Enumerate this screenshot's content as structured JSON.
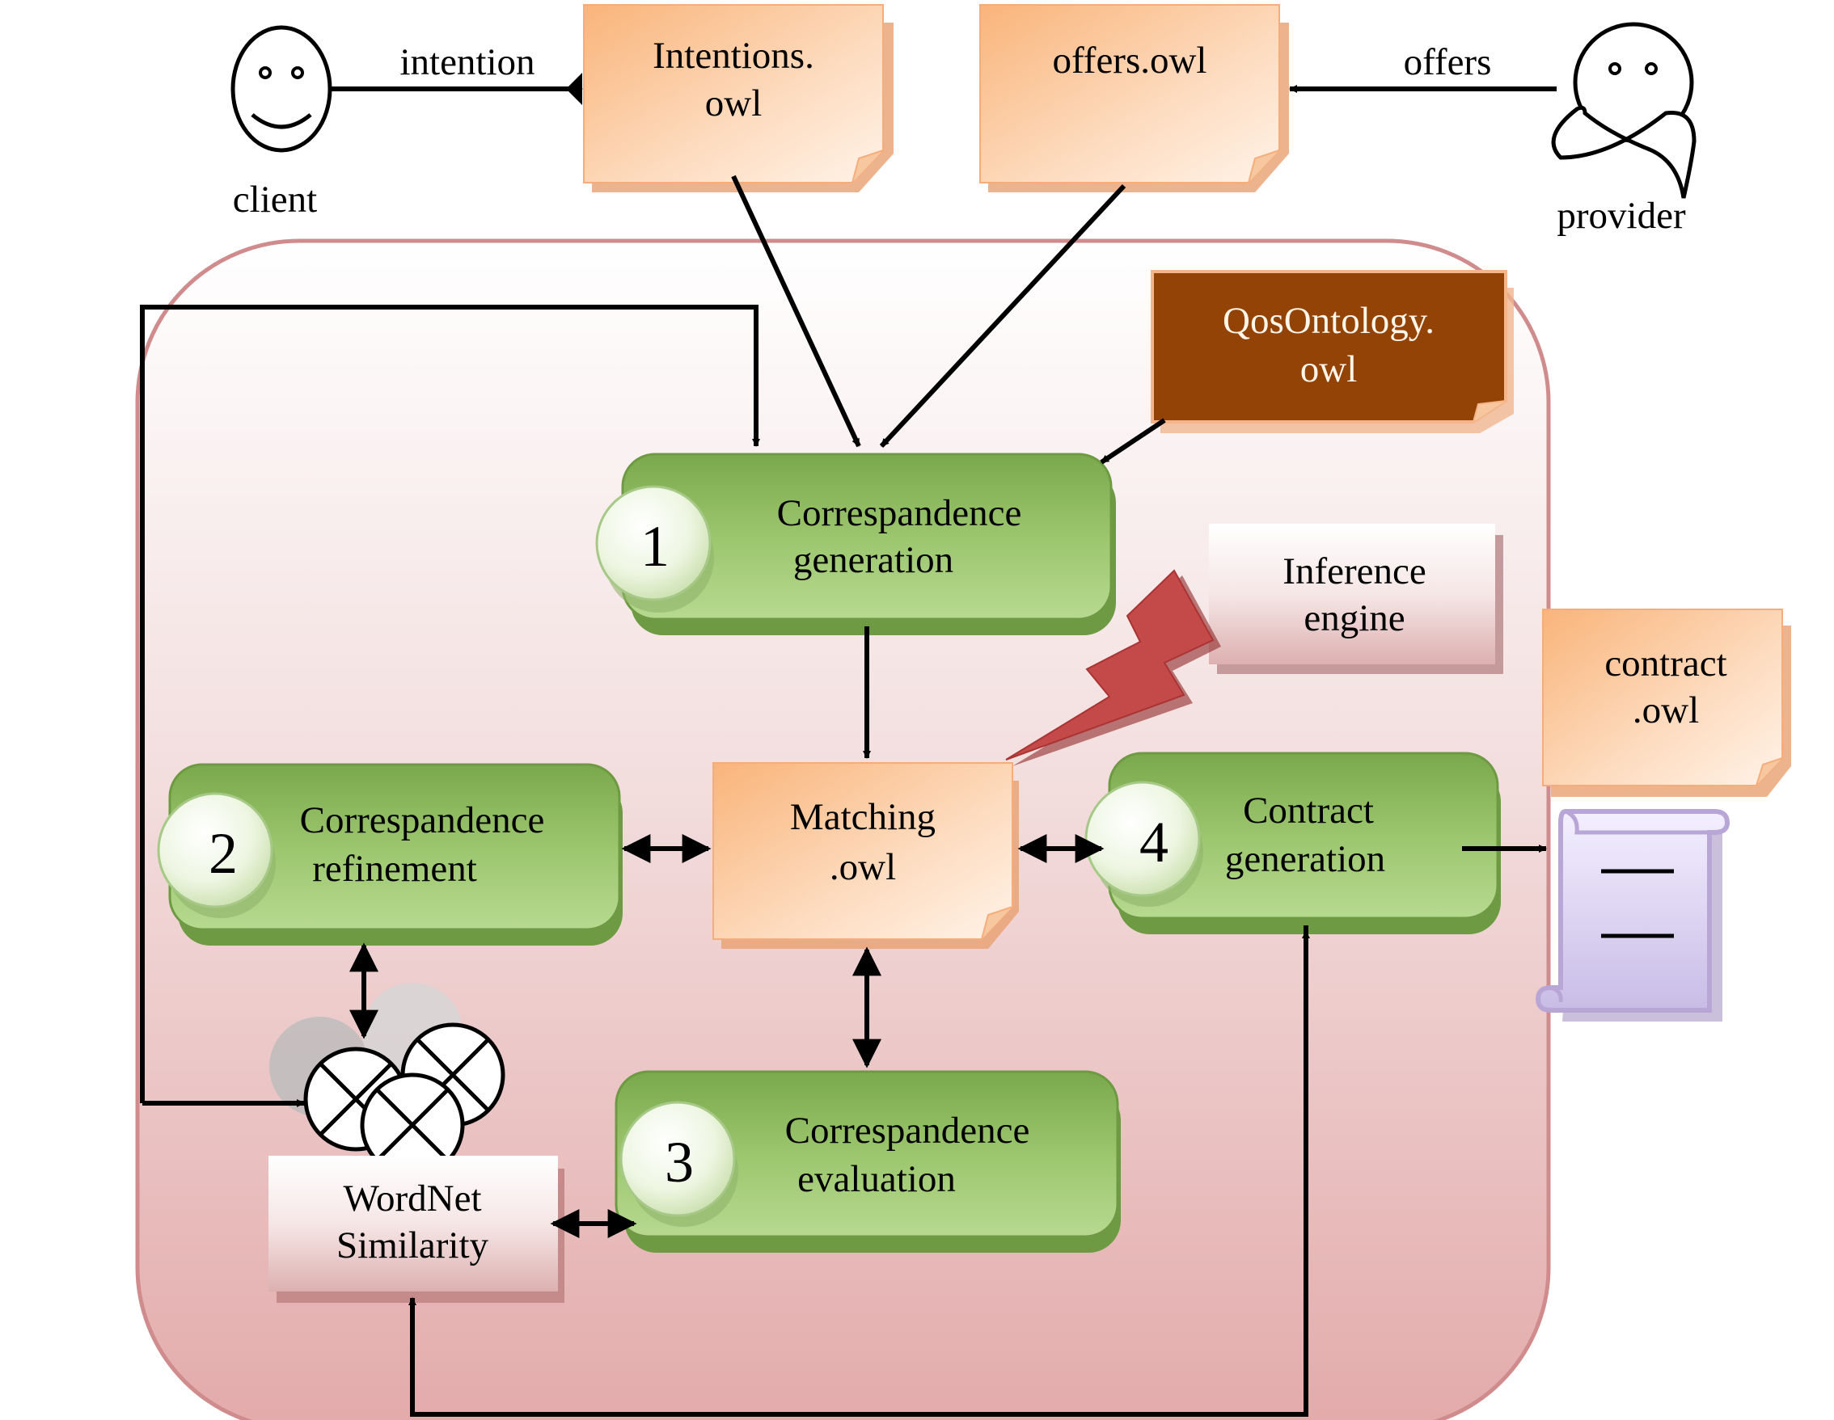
{
  "actors": {
    "client": "client",
    "provider": "provider"
  },
  "edge_labels": {
    "intention": "intention",
    "offers": "offers"
  },
  "files": {
    "intentions": [
      "Intentions.",
      "owl"
    ],
    "offers": [
      "offers.owl"
    ],
    "qos": [
      "QosOntology.",
      "owl"
    ],
    "matching": [
      "Matching",
      ".owl"
    ],
    "contract": [
      "contract",
      ".owl"
    ]
  },
  "processes": {
    "p1": {
      "number": "1",
      "lines": [
        "Correspandence",
        "generation"
      ]
    },
    "p2": {
      "number": "2",
      "lines": [
        "Correspandence",
        "refinement"
      ]
    },
    "p3": {
      "number": "3",
      "lines": [
        "Correspandence",
        "evaluation"
      ]
    },
    "p4": {
      "number": "4",
      "lines": [
        "Contract",
        "generation"
      ]
    }
  },
  "components": {
    "inference": [
      "Inference",
      "engine"
    ],
    "wordnet": [
      "WordNet",
      "Similarity"
    ]
  },
  "colors": {
    "container_border": "#d08c8c",
    "process_green": "#8cb859",
    "file_orange": "#fbbf8f",
    "qos_brown": "#934305",
    "lightning": "#c44a4a",
    "scroll_purple": "#b8a6d6"
  }
}
